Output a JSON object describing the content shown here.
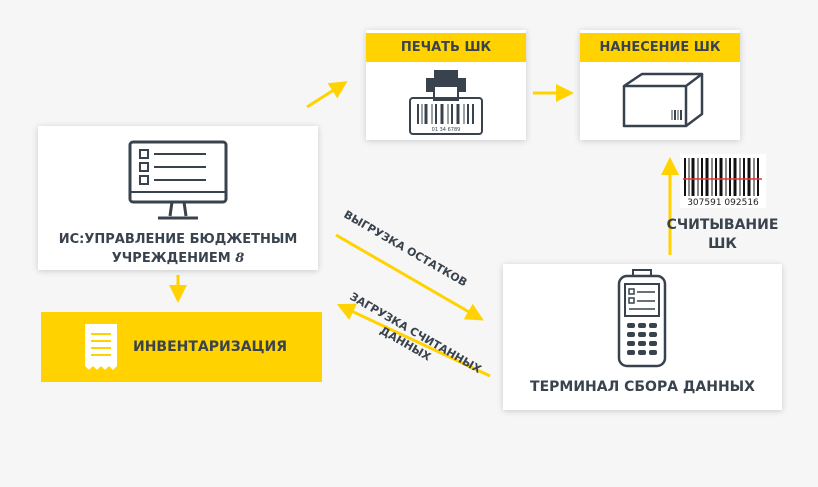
{
  "is_system": {
    "line1": "ИС:УПРАВЛЕНИЕ БЮДЖЕТНЫМ",
    "line2": "УЧРЕЖДЕНИЕМ",
    "logo": "8"
  },
  "inventory": {
    "label": "ИНВЕНТАРИЗАЦИЯ"
  },
  "print": {
    "label": "ПЕЧАТЬ ШК",
    "barcode_digits": "01 34 6789"
  },
  "apply": {
    "label": "НАНЕСЕНИЕ ШК"
  },
  "scan": {
    "line1": "СЧИТЫВАНИЕ",
    "line2": "ШК",
    "barcode_digits": "307591 092516"
  },
  "terminal": {
    "label": "ТЕРМИНАЛ СБОРА ДАННЫХ"
  },
  "flows": {
    "upload": "ВЫГРУЗКА ОСТАТКОВ",
    "download1": "ЗАГРУЗКА СЧИТАННЫХ",
    "download2": "ДАННЫХ"
  },
  "colors": {
    "accent": "#ffd200",
    "text": "#39434d"
  }
}
